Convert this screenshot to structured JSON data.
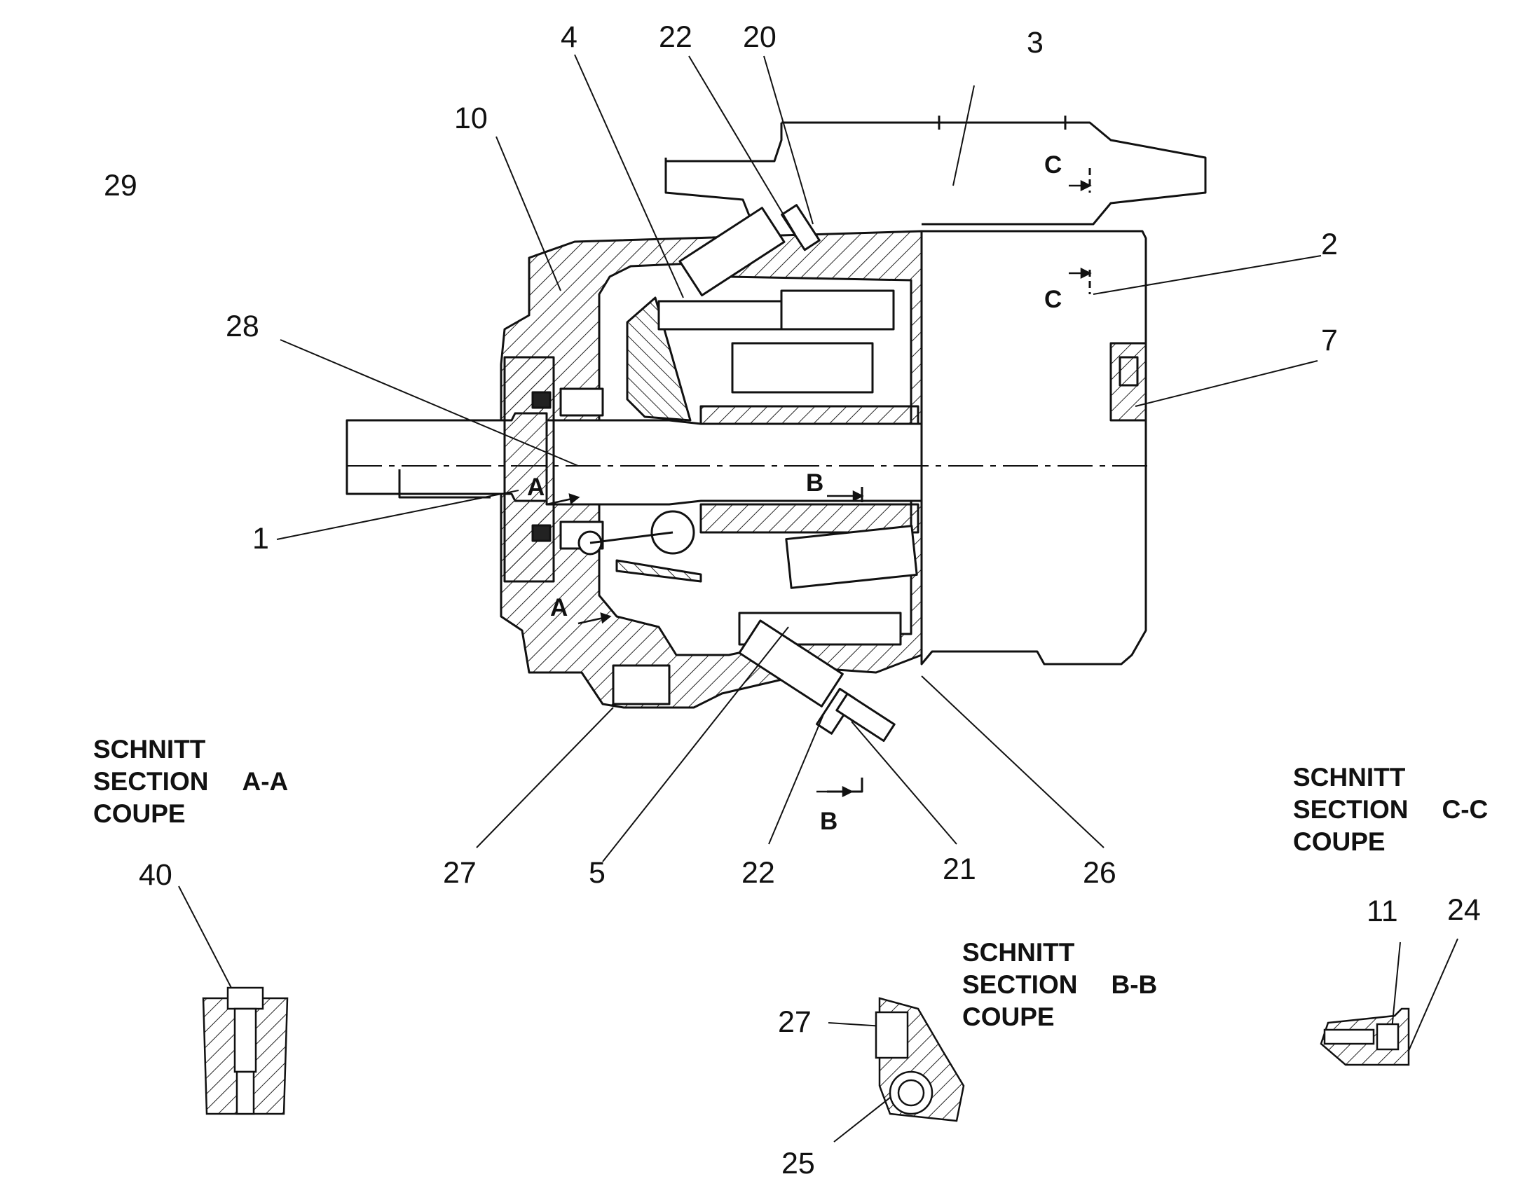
{
  "part_labels": {
    "p1": "1",
    "p2": "2",
    "p3": "3",
    "p4": "4",
    "p5": "5",
    "p7": "7",
    "p10": "10",
    "p11": "11",
    "p20": "20",
    "p21": "21",
    "p22_top": "22",
    "p22_bottom": "22",
    "p24": "24",
    "p25": "25",
    "p26": "26",
    "p27_main": "27",
    "p27_detail": "27",
    "p28": "28",
    "p29": "29",
    "p40": "40"
  },
  "sections": {
    "aa": {
      "line1": "SCHNITT",
      "line2": "SECTION",
      "line3": "COUPE",
      "id": "A-A"
    },
    "bb": {
      "line1": "SCHNITT",
      "line2": "SECTION",
      "line3": "COUPE",
      "id": "B-B"
    },
    "cc": {
      "line1": "SCHNITT",
      "line2": "SECTION",
      "line3": "COUPE",
      "id": "C-C"
    }
  },
  "section_marks": {
    "a_upper": "A",
    "a_lower": "A",
    "b_upper": "B",
    "b_lower": "B",
    "c_upper": "C",
    "c_lower": "C"
  }
}
